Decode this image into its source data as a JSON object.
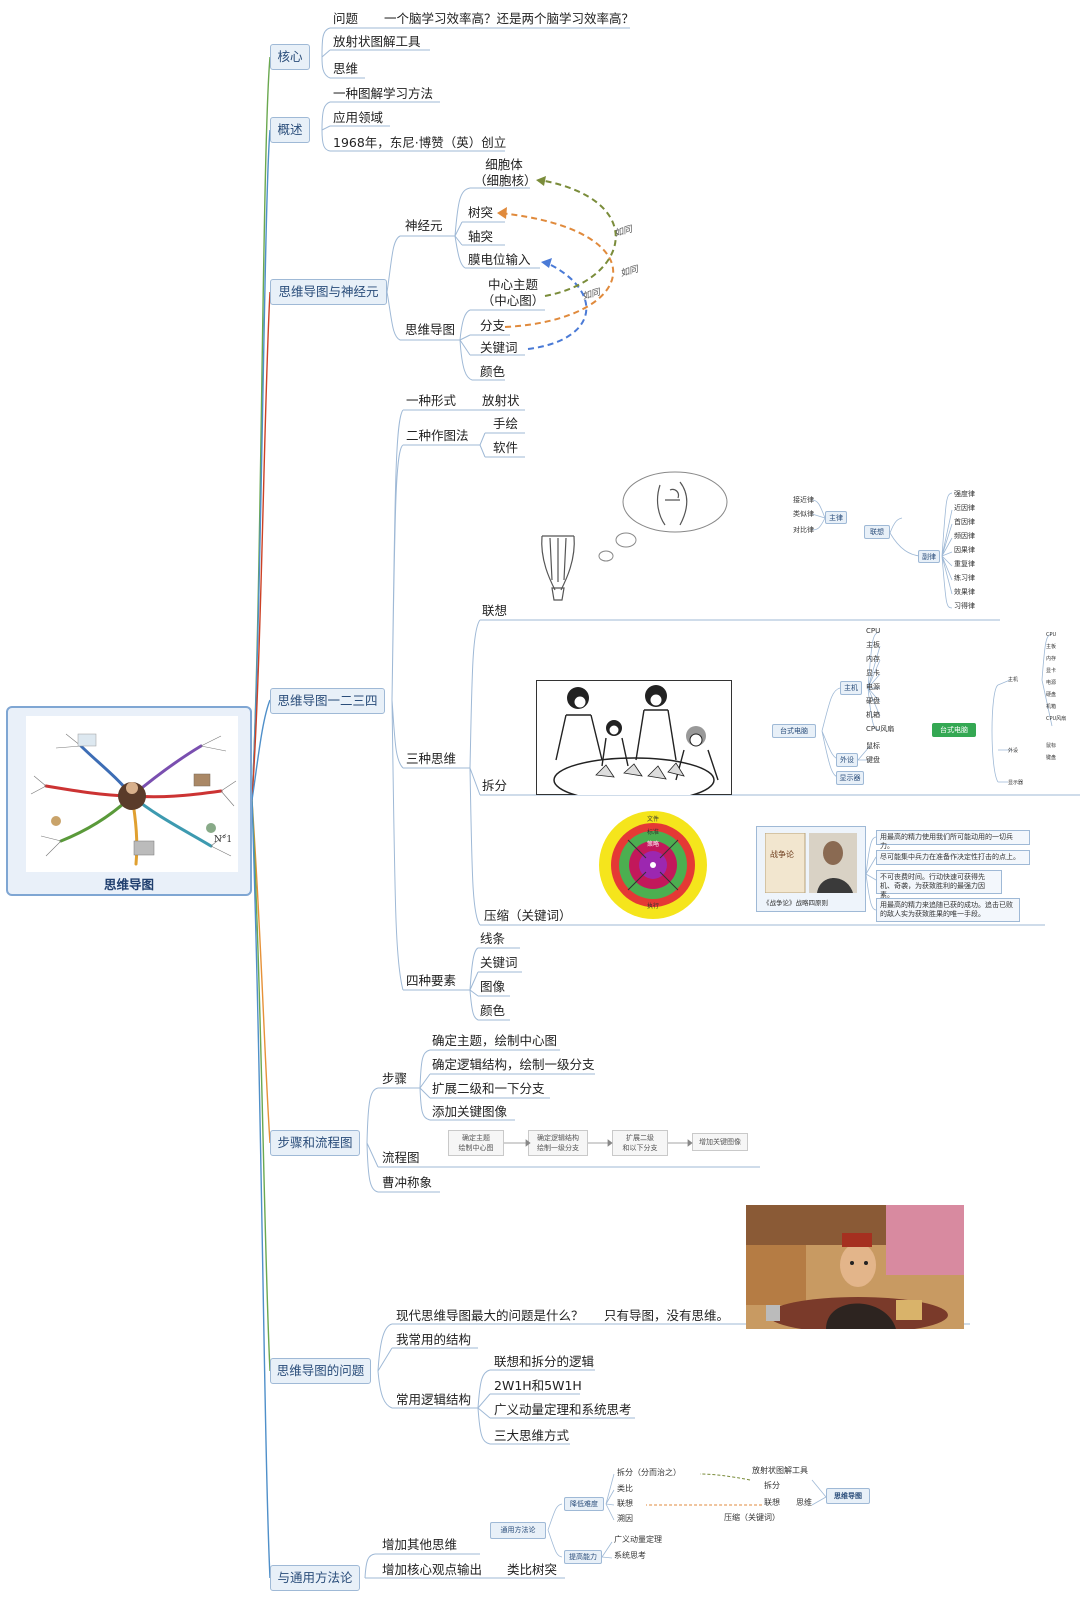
{
  "root": {
    "label": "思维导图"
  },
  "branches": {
    "core": {
      "label": "核心",
      "items": [
        "问题",
        "放射状图解工具",
        "思维"
      ],
      "question": "一个脑学习效率高？还是两个脑学习效率高？"
    },
    "overview": {
      "label": "概述",
      "items": [
        "一种图解学习方法",
        "应用领域",
        "1968年，东尼·博赞（英）创立"
      ]
    },
    "neuron": {
      "label": "思维导图与神经元",
      "neuron_label": "神经元",
      "neuron_items": [
        "细胞体\n（细胞核）",
        "树突",
        "轴突",
        "膜电位输入"
      ],
      "map_label": "思维导图",
      "map_items": [
        "中心主题\n（中心图）",
        "分支",
        "关键词",
        "颜色"
      ],
      "as_label": "如同"
    },
    "one_two_three_four": {
      "label": "思维导图一二三四",
      "form_label": "一种形式",
      "form_value": "放射状",
      "methods_label": "二种作图法",
      "methods": [
        "手绘",
        "软件"
      ],
      "thinking_label": "三种思维",
      "thinking": [
        "联想",
        "拆分",
        "压缩（关键词）"
      ],
      "elements_label": "四种要素",
      "elements": [
        "线条",
        "关键词",
        "图像",
        "颜色"
      ]
    },
    "steps": {
      "label": "步骤和流程图",
      "steps_label": "步骤",
      "steps": [
        "确定主题，绘制中心图",
        "确定逻辑结构，绘制一级分支",
        "扩展二级和一下分支",
        "添加关键图像"
      ],
      "flow_label": "流程图",
      "flow": [
        "确定主题\n绘制中心图",
        "确定逻辑结构\n绘制一级分支",
        "扩展二级\n和以下分支",
        "增加关键图像"
      ],
      "example_label": "曹冲称象"
    },
    "problems": {
      "label": "思维导图的问题",
      "question": "现代思维导图最大的问题是什么？",
      "answer": "只有导图，没有思维。",
      "structure_label": "我常用的结构",
      "logic_label": "常用逻辑结构",
      "logic": [
        "联想和拆分的逻辑",
        "2W1H和5W1H",
        "广义动量定理和系统思考",
        "三大思维方式"
      ]
    },
    "general": {
      "label": "与通用方法论",
      "items": [
        "增加其他思维",
        "增加核心观点输出"
      ],
      "analogy": "类比树突"
    }
  },
  "association_panel": {
    "center": "联想",
    "main_law": "主律",
    "sub_law": "副律",
    "main_laws": [
      "接近律",
      "类似律",
      "对比律"
    ],
    "sub_laws": [
      "强度律",
      "近因律",
      "首因律",
      "频因律",
      "因果律",
      "重复律",
      "练习律",
      "效果律",
      "习得律"
    ]
  },
  "split_panel": {
    "root": "台式电脑",
    "host": "主机",
    "peripheral": "外设",
    "monitor": "显示器",
    "host_parts": [
      "CPU",
      "主板",
      "内存",
      "显卡",
      "电源",
      "硬盘",
      "机箱",
      "CPU风扇"
    ],
    "peripheral_parts": [
      "鼠标",
      "键盘"
    ],
    "right_root": "台式电脑",
    "right_host": "主机",
    "right_peripheral": "外设",
    "right_monitor": "显示器",
    "right_host_parts": [
      "CPU",
      "主板",
      "内存",
      "显卡",
      "电源",
      "硬盘",
      "机箱",
      "CPU风扇"
    ],
    "right_peripheral_parts": [
      "鼠标",
      "键盘"
    ]
  },
  "compress_panel": {
    "target_labels": [
      "文件",
      "标准",
      "策略",
      "执行"
    ],
    "book_caption": "《战争论》战略四原则",
    "book_title": "战争论",
    "principles": [
      "用最高的精力使用我们所可能动用的一切兵力。",
      "尽可能集中兵力在准备作决定性打击的点上。",
      "不可丧费时间。行动快速可获得先机、奇袭，为获致胜利的最强力因素。",
      "用最高的精力来追随已获的成功。追击已败的敌人实为获致胜果的唯一手段。"
    ]
  },
  "method_panel": {
    "center": "通用方法论",
    "reduce": "降低难度",
    "improve": "提高能力",
    "reduce_items": [
      "拆分（分而治之）",
      "类比",
      "联想",
      "溯因"
    ],
    "improve_items": [
      "广义动量定理",
      "系统思考"
    ],
    "right_root": "思维导图",
    "right_items": [
      "放射状图解工具",
      "拆分",
      "联想",
      "压缩（关键词）"
    ],
    "right_mid": "思维"
  },
  "colors": {
    "line": "#9fb9d6",
    "branch": "#4f8fc9",
    "olive": "#7a8c3a",
    "orange": "#e08a3c",
    "blue": "#4a7ad6"
  }
}
